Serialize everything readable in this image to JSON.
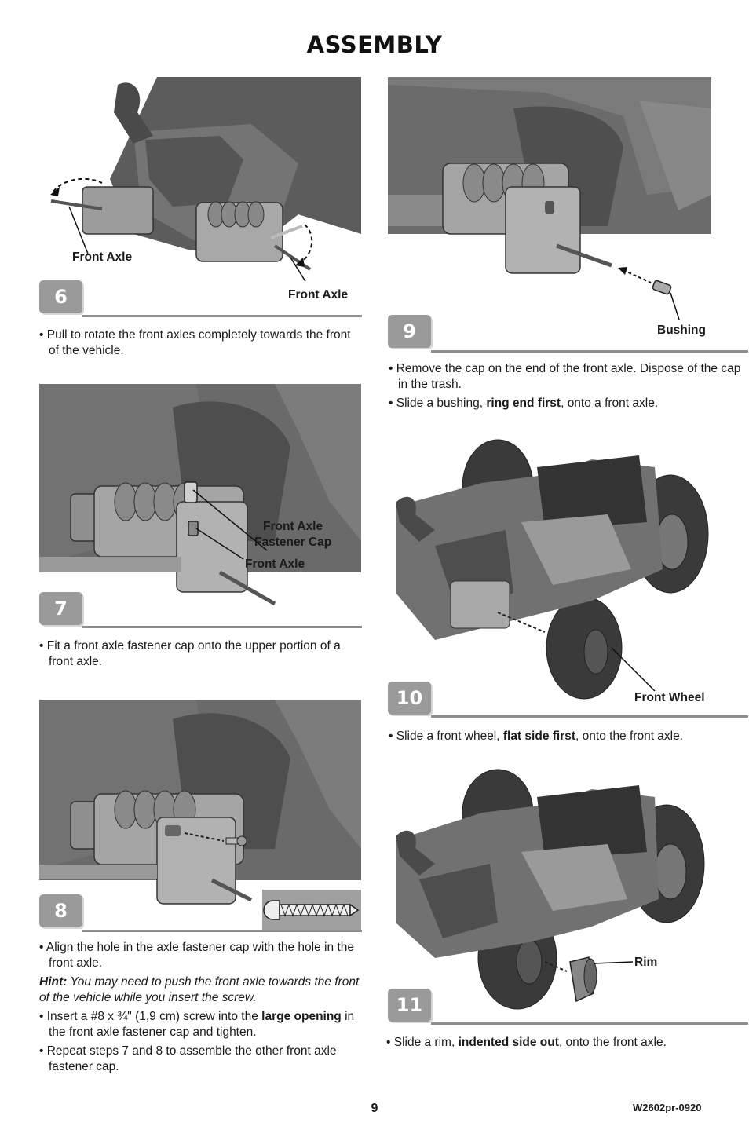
{
  "page": {
    "title": "ASSEMBLY",
    "page_number": "9",
    "doc_code": "W2602pr-0920"
  },
  "steps": [
    {
      "number": "6",
      "callouts": [
        "Front Axle",
        "Front Axle"
      ],
      "instructions": [
        {
          "type": "bullet",
          "text": "Pull to rotate the front axles completely towards the front of the vehicle."
        }
      ]
    },
    {
      "number": "7",
      "callouts": [
        "Front Axle",
        "Fastener Cap",
        "Front Axle"
      ],
      "instructions": [
        {
          "type": "bullet",
          "text": "Fit a front axle fastener cap onto the upper portion of a front axle."
        }
      ]
    },
    {
      "number": "8",
      "instructions": [
        {
          "type": "bullet",
          "text": "Align the hole in the axle fastener cap with the hole in the front axle."
        },
        {
          "type": "hint",
          "label": "Hint:",
          "text": " You may need to push the front axle towards the front of the vehicle while you insert the screw."
        },
        {
          "type": "bullet",
          "before": "Insert a #8 x ¾\" (1,9 cm) screw into the ",
          "bold": "large opening",
          "after": " in the front axle fastener cap and tighten."
        },
        {
          "type": "bullet",
          "text": "Repeat steps 7 and 8 to assemble the other front axle fastener cap."
        }
      ]
    },
    {
      "number": "9",
      "callouts": [
        "Bushing"
      ],
      "instructions": [
        {
          "type": "bullet",
          "text": "Remove the cap on the end of the front axle. Dispose of the cap in the trash."
        },
        {
          "type": "bullet",
          "before": "Slide a bushing, ",
          "bold": "ring end first",
          "after": ", onto a front axle."
        }
      ]
    },
    {
      "number": "10",
      "callouts": [
        "Front Wheel"
      ],
      "instructions": [
        {
          "type": "bullet",
          "before": "Slide a front wheel, ",
          "bold": "flat side first",
          "after": ", onto the front axle."
        }
      ]
    },
    {
      "number": "11",
      "callouts": [
        "Rim"
      ],
      "instructions": [
        {
          "type": "bullet",
          "before": "Slide a rim, ",
          "bold": "indented side out",
          "after": ", onto the front axle."
        }
      ]
    }
  ],
  "colors": {
    "badge": "#9a9a9a",
    "rule": "#8d8d8d",
    "plastic": "#6e6e6e",
    "dark": "#3a3a3a",
    "light": "#b8b8b8"
  }
}
